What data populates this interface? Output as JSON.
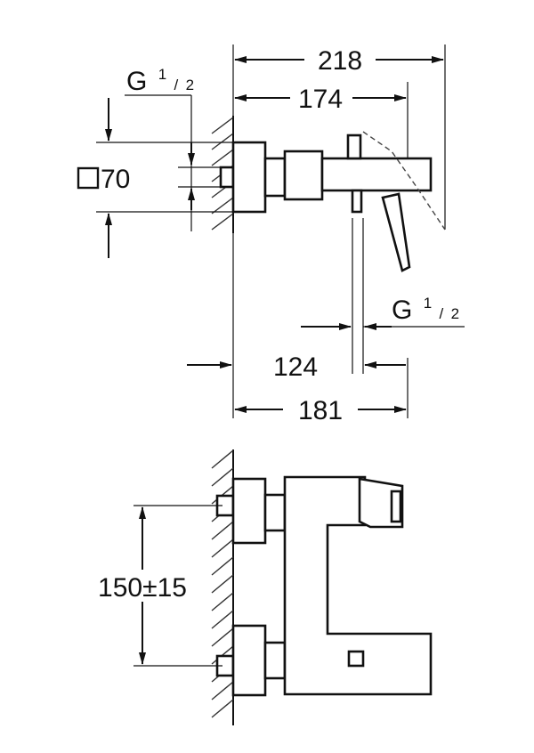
{
  "dimensions": {
    "overall_depth": "218",
    "handle_depth": "174",
    "rosette_size_prefix": "□",
    "rosette_size": "70",
    "inlet_thread": "G",
    "inlet_thread_num": "1",
    "inlet_thread_den": "2",
    "outlet_thread": "G",
    "outlet_thread_num": "1",
    "outlet_thread_den": "2",
    "outlet_distance": "124",
    "spout_depth": "181",
    "centre_distance": "150±15"
  }
}
